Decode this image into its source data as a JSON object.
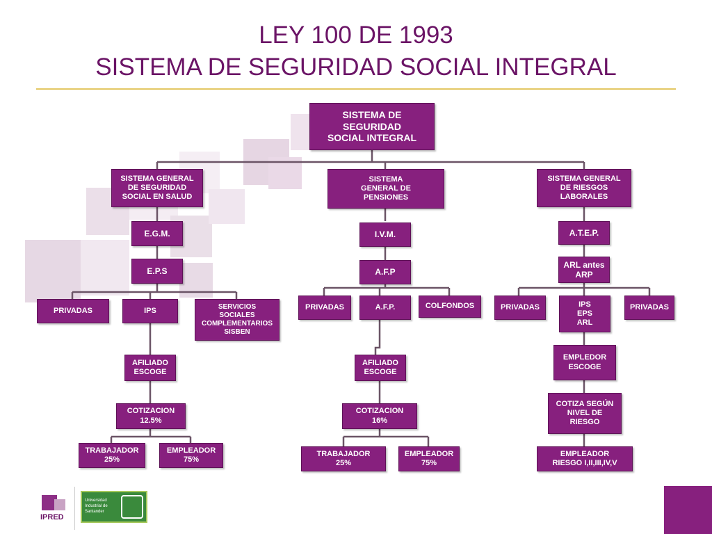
{
  "slide": {
    "title_line1": "LEY 100 DE 1993",
    "title_line2": "SISTEMA DE SEGURIDAD SOCIAL INTEGRAL"
  },
  "colors": {
    "box": "#87207e",
    "title": "#6b1466",
    "rule": "#e3c765"
  },
  "root": {
    "label": "SISTEMA DE\nSEGURIDAD\nSOCIAL INTEGRAL"
  },
  "salud": {
    "header": "SISTEMA GENERAL\nDE SEGURIDAD\nSOCIAL EN SALUD",
    "egm": "E.G.M.",
    "eps": "E.P.S",
    "privadas": "PRIVADAS",
    "ips": "IPS",
    "servicios": "SERVICIOS\nSOCIALES\nCOMPLEMENTARIOS\nSISBEN",
    "afiliado": "AFILIADO\nESCOGE",
    "cotizacion": "COTIZACION\n12.5%",
    "trabajador": "TRABAJADOR\n25%",
    "empleador": "EMPLEADOR\n75%"
  },
  "pensiones": {
    "header": "SISTEMA\nGENERAL  DE\nPENSIONES",
    "ivm": "I.V.M.",
    "afp": "A.F.P",
    "privadas": "PRIVADAS",
    "afp2": "A.F.P.",
    "colfondos": "COLFONDOS",
    "afiliado": "AFILIADO\nESCOGE",
    "cotizacion": "COTIZACION\n16%",
    "trabajador": "TRABAJADOR\n25%",
    "empleador": "EMPLEADOR\n75%"
  },
  "riesgos": {
    "header": "SISTEMA GENERAL\nDE RIESGOS\nLABORALES",
    "atep": "A.T.E.P.",
    "arl": "ARL antes\nARP",
    "privadas_left": "PRIVADAS",
    "ips_eps_arl": "IPS\nEPS\nARL",
    "privadas_right": "PRIVADAS",
    "empleador_escoge": "EMPLEDOR\nESCOGE",
    "cotiza": "COTIZA SEGÚN\nNIVEL DE\nRIESGO",
    "empleador_riesgo": "EMPLEADOR\nRIESGO I,II,III,IV,V"
  },
  "footer": {
    "ipred_logo": "IPRED",
    "uis_logo": "Universidad\nIndustrial de\nSantander"
  }
}
